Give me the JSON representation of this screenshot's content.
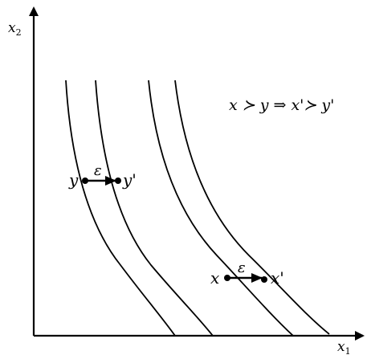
{
  "axes": {
    "y_label_base": "x",
    "y_label_sub": "2",
    "x_label_base": "x",
    "x_label_sub": "1"
  },
  "statement": "x ≻ y ⇒ x'≻ y'",
  "points": {
    "y": "y",
    "y_prime": "y'",
    "x": "x",
    "x_prime": "x'"
  },
  "shift_label": "ε",
  "colors": {
    "ink": "#000000",
    "background": "#ffffff"
  }
}
